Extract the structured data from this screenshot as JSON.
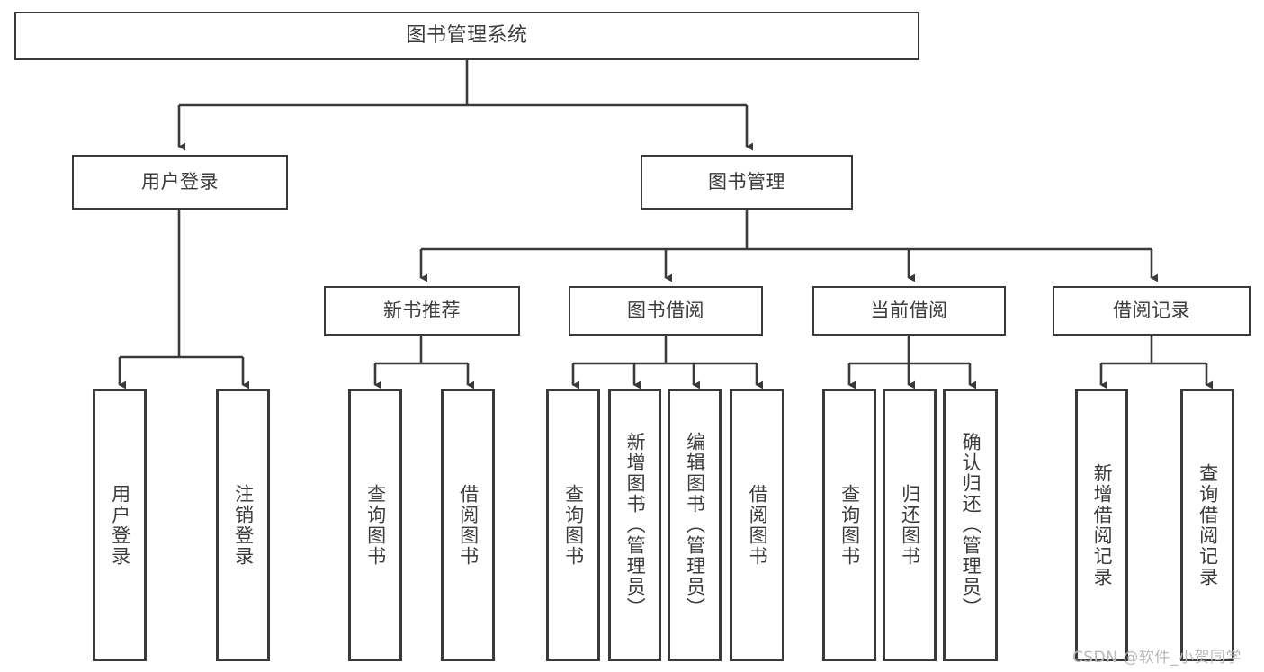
{
  "diagram": {
    "title": "图书管理系统",
    "watermark": "CSDN @软件_小贺同学",
    "colors": {
      "stroke": "#3a3a3a",
      "fill": "#ffffff",
      "text": "#3b3b3b",
      "watermark": "#b9b9b9",
      "background": "#ffffff"
    },
    "root": {
      "label": "图书管理系统"
    },
    "level2": [
      {
        "label": "用户登录"
      },
      {
        "label": "图书管理"
      }
    ],
    "level3": [
      {
        "label": "新书推荐"
      },
      {
        "label": "图书借阅"
      },
      {
        "label": "当前借阅"
      },
      {
        "label": "借阅记录"
      }
    ],
    "leaves": {
      "user_login": [
        {
          "label": "用户登录"
        },
        {
          "label": "注销登录"
        }
      ],
      "new_book_recommend": [
        {
          "label": "查询图书"
        },
        {
          "label": "借阅图书"
        }
      ],
      "book_borrow": [
        {
          "label": "查询图书"
        },
        {
          "label": "新增图书（管理员）"
        },
        {
          "label": "编辑图书（管理员）"
        },
        {
          "label": "借阅图书"
        }
      ],
      "current_borrow": [
        {
          "label": "查询图书"
        },
        {
          "label": "归还图书"
        },
        {
          "label": "确认归还（管理员）"
        }
      ],
      "borrow_record": [
        {
          "label": "新增借阅记录"
        },
        {
          "label": "查询借阅记录"
        }
      ]
    }
  }
}
